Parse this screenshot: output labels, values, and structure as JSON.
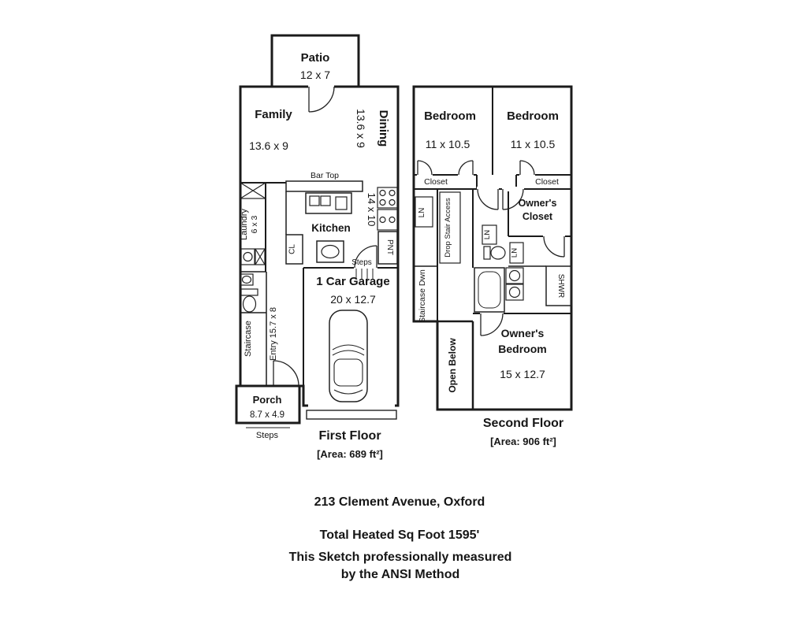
{
  "colors": {
    "wall": "#1b1b1b",
    "background": "#ffffff",
    "text": "#161616"
  },
  "patio": {
    "name": "Patio",
    "dims": "12 x 7"
  },
  "first_floor": {
    "title": "First Floor",
    "area": "[Area: 689 ft²]",
    "rooms": {
      "family": {
        "name": "Family",
        "dims": "13.6 x 9"
      },
      "dining": {
        "name": "Dining",
        "dims": "13.6 x 9"
      },
      "kitchen": {
        "name": "Kitchen",
        "dims": "14 x 10"
      },
      "laundry": {
        "name": "Laundry",
        "dims": "6 x 3"
      },
      "garage": {
        "name": "1 Car Garage",
        "dims": "20 x 12.7"
      },
      "porch": {
        "name": "Porch",
        "dims": "8.7 x 4.9"
      },
      "entry": "Entry 15.7 x 8",
      "staircase": "Staircase",
      "bar_top": "Bar Top",
      "cl": "CL",
      "pnt": "PNT",
      "steps_garage": "Steps",
      "steps_porch": "Steps"
    }
  },
  "second_floor": {
    "title": "Second Floor",
    "area": "[Area: 906 ft²]",
    "rooms": {
      "bedroom_left": {
        "name": "Bedroom",
        "dims": "11 x 10.5"
      },
      "bedroom_right": {
        "name": "Bedroom",
        "dims": "11 x 10.5"
      },
      "closet_left": "Closet",
      "closet_right": "Closet",
      "owners_closet": {
        "line1": "Owner's",
        "line2": "Closet"
      },
      "owners_bedroom": {
        "line1": "Owner's",
        "line2": "Bedroom",
        "dims": "15 x 12.7"
      },
      "ln_hall": "LN",
      "ln_bath1": "LN",
      "ln_bath2": "LN",
      "drop_stair": "Drop Stair Access",
      "staircase_dwn": "Staircase Dwn",
      "open_below": "Open Below",
      "shwr": "SHWR"
    }
  },
  "footer": {
    "address": "213 Clement Avenue, Oxford",
    "total": "Total Heated Sq Foot 1595'",
    "method_line1": "This Sketch professionally measured",
    "method_line2": "by the ANSI Method"
  }
}
